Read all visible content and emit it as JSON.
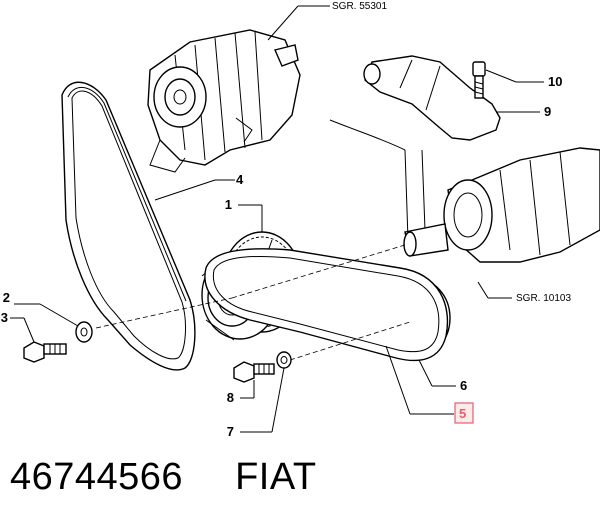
{
  "references": {
    "alternator": "SGR. 55301",
    "crankshaft": "SGR. 10103"
  },
  "labels": {
    "l2": "2",
    "l3": "3",
    "l4": "4",
    "l1": "1",
    "l10": "10",
    "l9": "9",
    "l6": "6",
    "l5": "5",
    "l8": "8",
    "l7": "7"
  },
  "colors": {
    "highlight": "#e06070",
    "line": "#000000"
  },
  "footer": {
    "part_number": "46744566",
    "brand": "FIAT"
  }
}
